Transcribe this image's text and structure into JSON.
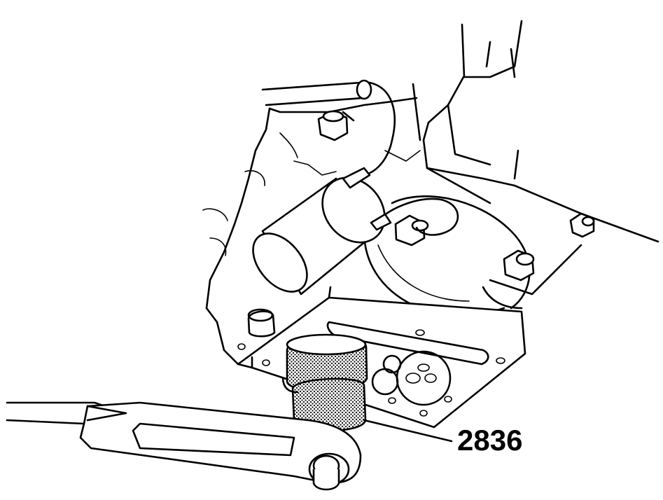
{
  "figure": {
    "callouts": [
      {
        "id": "tool-2836",
        "label": "2836",
        "refers_to": "socket-tool"
      }
    ],
    "line_color": "#000000",
    "background": "#ffffff"
  }
}
